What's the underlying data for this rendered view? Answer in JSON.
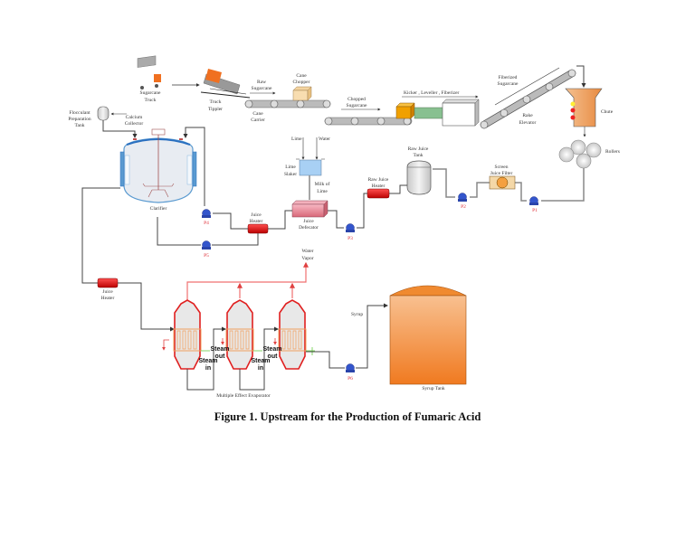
{
  "figure": {
    "caption": "Figure 1. Upstream for the Production of Fumaric Acid",
    "title": "Upstream process flow for sugarcane juice / syrup"
  },
  "labels": {
    "sugarcane_truck": [
      "Sugarcane",
      "Truck"
    ],
    "truck_tippler": [
      "Truck",
      "Tippler"
    ],
    "raw_sugarcane": [
      "Raw",
      "Sugarcane"
    ],
    "cane_carrier": [
      "Cane",
      "Carrier"
    ],
    "cane_chopper": [
      "Cane",
      "Chopper"
    ],
    "chopped_sugarcane": [
      "Chopped",
      "Sugarcane"
    ],
    "kicker_leveller_fiberizer": "Kicker , Leveller , Fiberizer",
    "fiberized_sugarcane": [
      "Fiberized",
      "Sugarcane"
    ],
    "rake_elevator": [
      "Rake",
      "Elevator"
    ],
    "chute": "Chute",
    "rollers": "Rollers",
    "screen_juice_filter": [
      "Screen",
      "Juice Filter"
    ],
    "raw_juice_tank": [
      "Raw Juice",
      "Tank"
    ],
    "raw_juice_heater": [
      "Raw Juice",
      "Heater"
    ],
    "lime": "Lime",
    "water": "Water",
    "lime_slaker": [
      "Lime",
      "Slaker"
    ],
    "milk_of_lime": [
      "Milk of",
      "Lime"
    ],
    "juice_defecator": [
      "Juice",
      "Defecator"
    ],
    "juice_heater_1": [
      "Juice",
      "Heater"
    ],
    "clarifier": "Clarifier",
    "flocculant_tank": [
      "Flocculant",
      "Preparation",
      "Tank"
    ],
    "calcium_collector": [
      "Calcium",
      "Collector"
    ],
    "juice_heater_2": [
      "Juice",
      "Heater"
    ],
    "water_vapor": [
      "Water",
      "Vapor"
    ],
    "steam_out": [
      "Steam",
      "out"
    ],
    "steam_in": [
      "Steam",
      "in"
    ],
    "multiple_effect_evaporator": "Multiple Effect Evaporator",
    "syrup": "Syrup",
    "syrup_tank": "Syrup Tank"
  },
  "pumps": {
    "p1": "P1",
    "p2": "P2",
    "p3": "P3",
    "p4": "P4",
    "p5": "P5",
    "p6": "P6"
  },
  "colors": {
    "pump": "#3355cc",
    "pump_label": "#e0303a",
    "heater": "#dd1111",
    "evaporator_shell": "#e02020",
    "evaporator_coil": "#f0a060",
    "vapor_line": "#f07070",
    "syrup_tank": "#f08a30",
    "chute": "#f0a060",
    "defecator": "#e88a98",
    "slaker": "#9cc8f0",
    "clarifier_jacket": "#2a70c0",
    "fiberizer_belt": "#88c090",
    "kicker": "#f0a000"
  }
}
